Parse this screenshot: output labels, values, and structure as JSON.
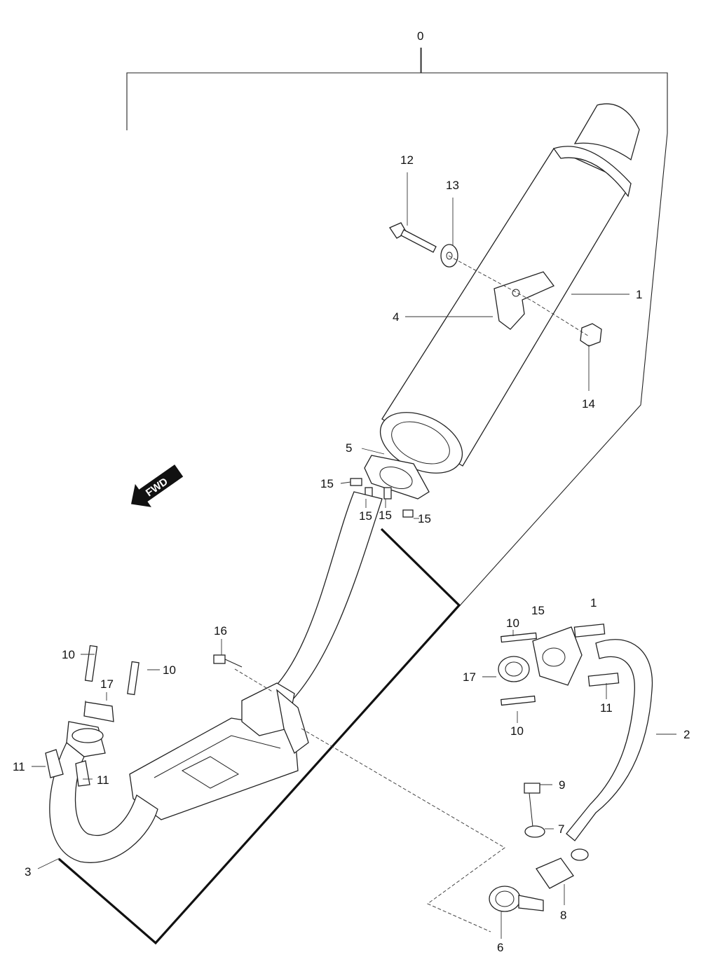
{
  "callouts": {
    "c0": "0",
    "c1": "1",
    "c2": "2",
    "c3": "3",
    "c4": "4",
    "c5": "5",
    "c6": "6",
    "c7": "7",
    "c8": "8",
    "c9": "9",
    "c10a": "10",
    "c10b": "10",
    "c10c": "10",
    "c10d": "10",
    "c11a": "11",
    "c11b": "11",
    "c11c": "11",
    "c11d": "1",
    "c12": "12",
    "c13": "13",
    "c14": "14",
    "c15a": "15",
    "c15b": "15",
    "c15c": "15",
    "c15d": "15",
    "c15e": "15",
    "c16": "16",
    "c17a": "17",
    "c17b": "17"
  },
  "arrow": {
    "text": "FWD",
    "icon": "forward-arrow-icon"
  }
}
